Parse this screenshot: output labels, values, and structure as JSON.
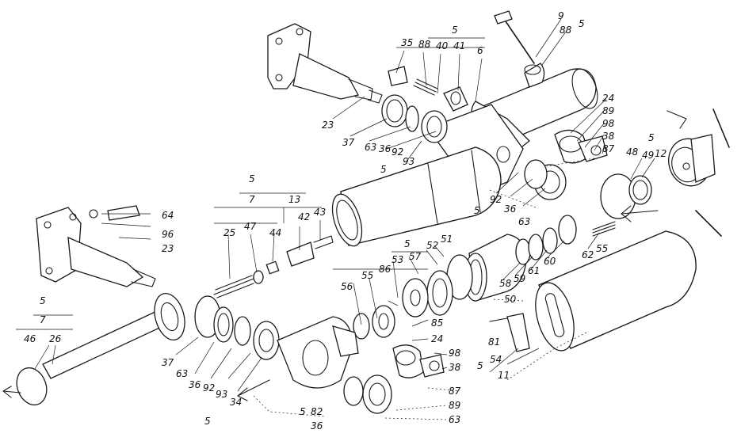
{
  "labels": [
    "9",
    "88",
    "5",
    "5",
    "35",
    "88",
    "40",
    "41",
    "6",
    "24",
    "89",
    "98",
    "38",
    "87",
    "5",
    "48",
    "49",
    "12",
    "23",
    "37",
    "63",
    "36",
    "92",
    "93",
    "5",
    "92",
    "36",
    "63",
    "5",
    "5",
    "7",
    "13",
    "25",
    "47",
    "44",
    "42",
    "43",
    "64",
    "96",
    "23",
    "5",
    "53",
    "86",
    "57",
    "52",
    "51",
    "56",
    "55",
    "58",
    "59",
    "61",
    "60",
    "62",
    "55",
    "50",
    "5",
    "7",
    "46",
    "26",
    "37",
    "63",
    "36",
    "92",
    "93",
    "34",
    "85",
    "24",
    "98",
    "38",
    "81",
    "54",
    "11",
    "5",
    "87",
    "89",
    "63",
    "82",
    "36",
    "5",
    "5"
  ]
}
